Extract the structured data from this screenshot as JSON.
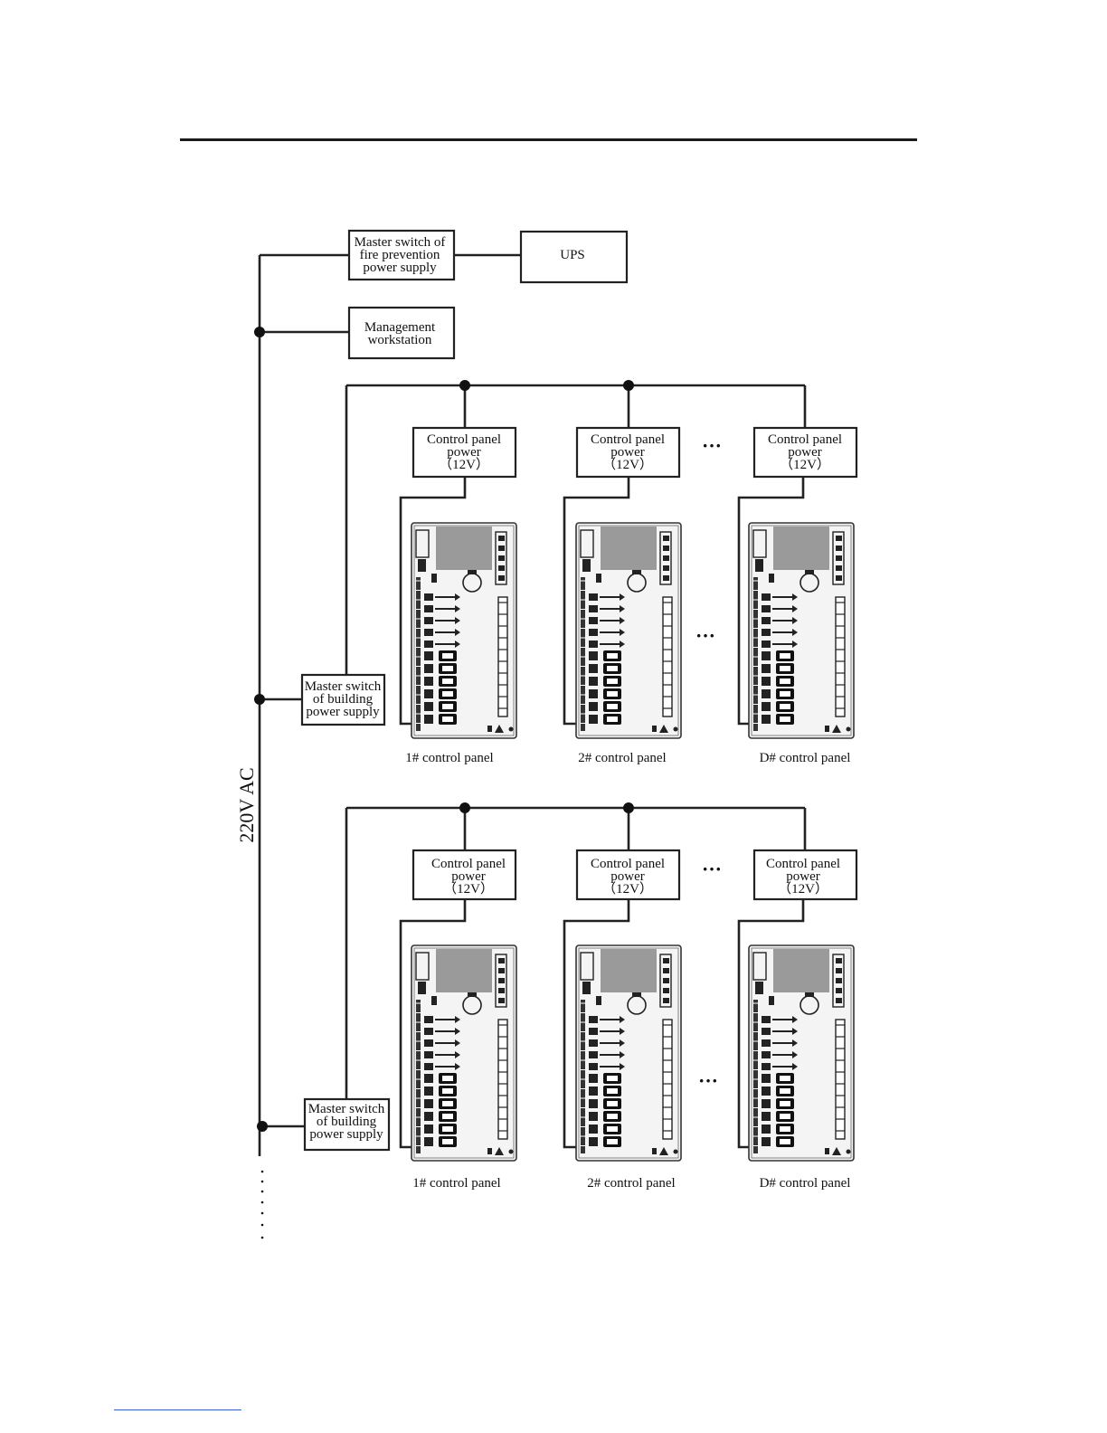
{
  "diagram": {
    "supply_label": "220V AC",
    "fire_switch": [
      "Master switch of",
      "fire prevention",
      "power supply"
    ],
    "ups": "UPS",
    "workstation": [
      "Management",
      "workstation"
    ],
    "building_switch_1": [
      "Master switch",
      "of building",
      "power supply"
    ],
    "building_switch_2": [
      "Master switch",
      "of building",
      "power supply"
    ],
    "psu_lines": [
      "Control panel",
      "power",
      "（12V）"
    ],
    "ellipsis": "···",
    "row1_captions": [
      "1# control  panel",
      "2# control panel",
      "D#  control panel"
    ],
    "row2_captions": [
      "1# control panel",
      "2# control panel",
      "D# control  panel"
    ]
  }
}
